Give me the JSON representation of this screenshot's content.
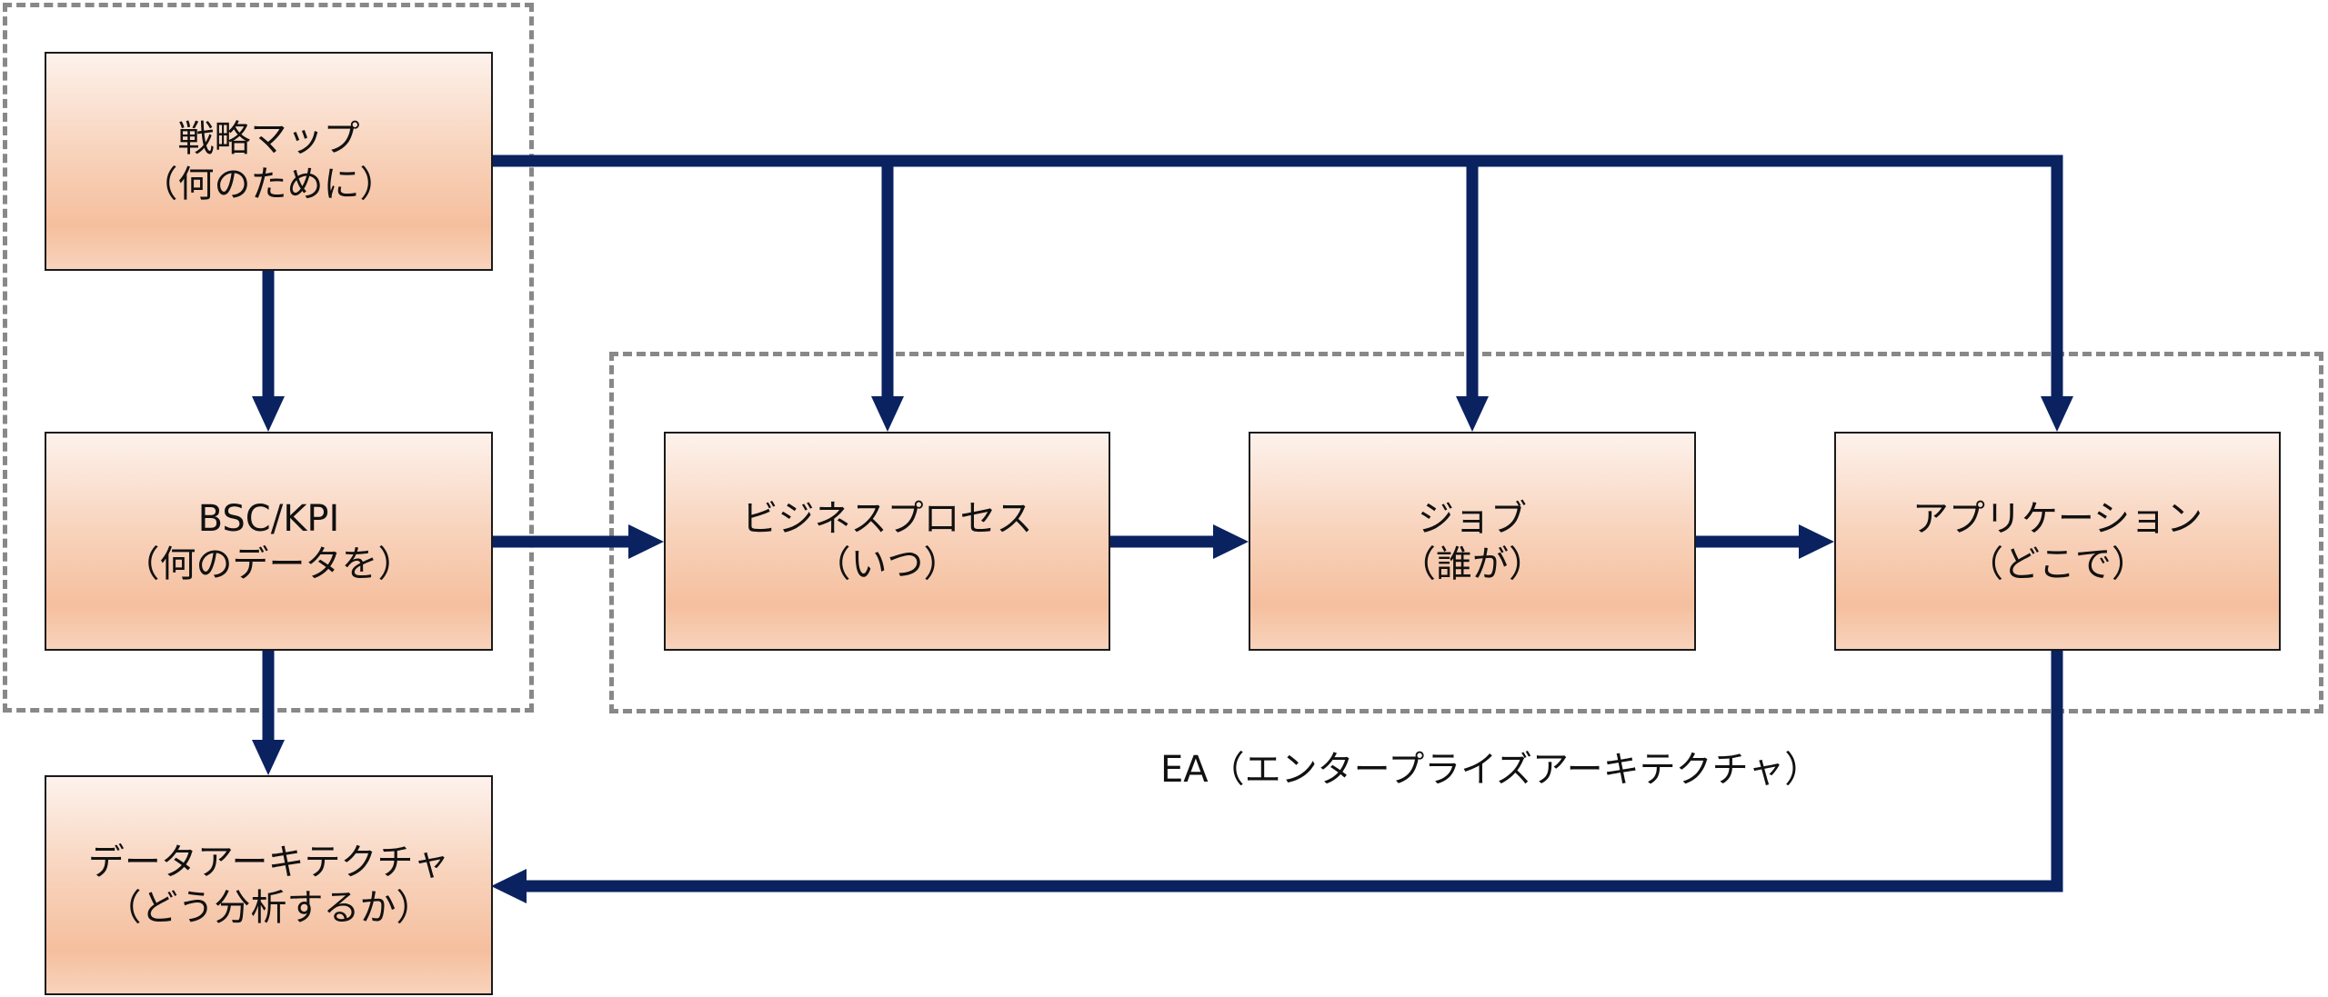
{
  "nodes": {
    "strategy_map": {
      "title": "戦略マップ",
      "subtitle": "（何のために）"
    },
    "bsc_kpi": {
      "title": "BSC/KPI",
      "subtitle": "（何のデータを）"
    },
    "data_architecture": {
      "title": "データアーキテクチャ",
      "subtitle": "（どう分析するか）"
    },
    "business_process": {
      "title": "ビジネスプロセス",
      "subtitle": "（いつ）"
    },
    "job": {
      "title": "ジョブ",
      "subtitle": "（誰が）"
    },
    "application": {
      "title": "アプリケーション",
      "subtitle": "（どこで）"
    }
  },
  "groups": {
    "ea": {
      "label": "EA（エンタープライズアーキテクチャ）"
    }
  },
  "colors": {
    "arrow": "#0a2260",
    "box_border": "#1a1a1a",
    "box_fill_top": "#fdf2ec",
    "box_fill_mid": "#f5bf9e",
    "dashed_border": "#888888"
  }
}
